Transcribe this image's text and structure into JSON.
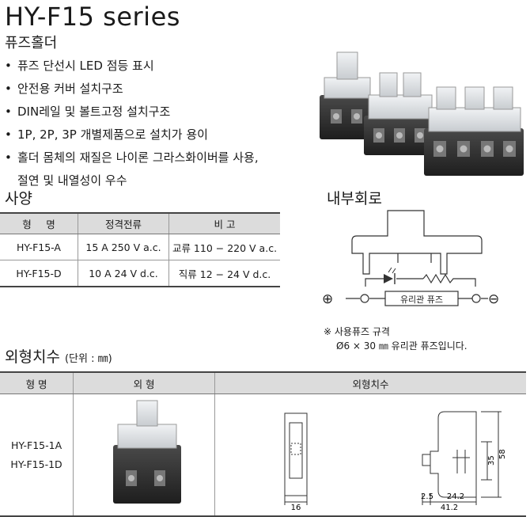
{
  "header": {
    "title": "HY-F15 series",
    "subtitle": "퓨즈홀더"
  },
  "features": [
    "퓨즈 단선시 LED 점등 표시",
    "안전용 커버 설치구조",
    "DIN레일 및 볼트고정 설치구조",
    "1P, 2P, 3P 개별제품으로 설치가 용이",
    "홀더 몸체의 재질은 나이론 그라스화이버를 사용,",
    "절연 및 내열성이 우수"
  ],
  "bullet": "•",
  "spec": {
    "heading": "사양",
    "columns": [
      "형",
      "명",
      "정격전류",
      "비 고"
    ],
    "rows": [
      {
        "model": "HY-F15-A",
        "rating": "15 A 250 V a.c.",
        "note": "교류 110 − 220 V a.c."
      },
      {
        "model": "HY-F15-D",
        "rating": "10 A 24 V d.c.",
        "note": "직류 12 − 24 V d.c."
      }
    ]
  },
  "circuit": {
    "heading": "내부회로",
    "plus": "⊕",
    "minus": "⊖",
    "fuse_label": "유리관 퓨즈",
    "note_line1": "※ 사용퓨즈 규격",
    "note_line2": "Ø6 × 30 ㎜ 유리관 퓨즈입니다."
  },
  "dimensions": {
    "heading": "외형치수",
    "unit": "(단위 : ㎜)",
    "columns": [
      "형 명",
      "외 형",
      "외형치수"
    ],
    "models": [
      "HY-F15-1A",
      "HY-F15-1D"
    ],
    "labels": {
      "width_16": "16",
      "d_2_5": "2.5",
      "d_24_2": "24.2",
      "d_41_2": "41.2",
      "h_35": "35",
      "h_58": "58"
    }
  },
  "colors": {
    "header_bg": "#dcdcdc",
    "body_dark": "#2b2b2b",
    "cover_clear": "#e4e7ea",
    "line": "#333333"
  }
}
